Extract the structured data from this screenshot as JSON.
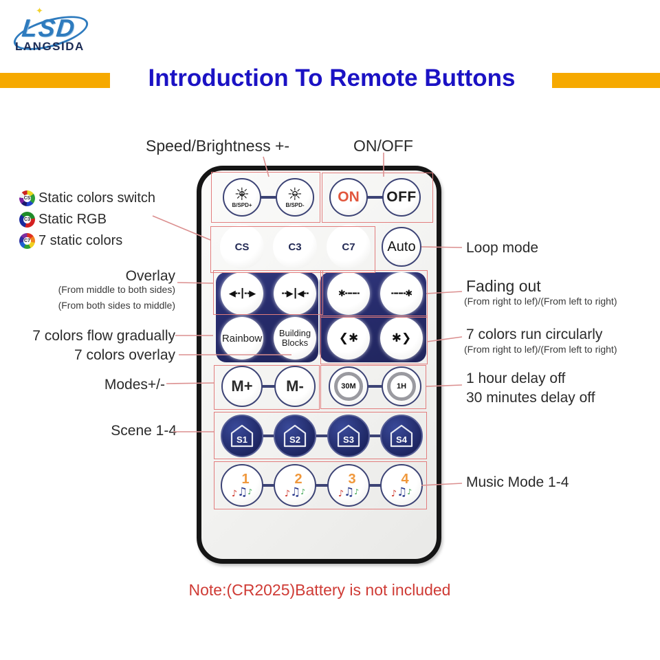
{
  "logo": {
    "brand": "LSD",
    "name": "LANGSIDA"
  },
  "title": "Introduction To Remote Buttons",
  "note": "Note:(CR2025)Battery is not included",
  "annotations": {
    "speed_brightness": "Speed/Brightness +-",
    "on_off": "ON/OFF",
    "static_colors_switch": "Static colors switch",
    "static_rgb": "Static RGB",
    "seven_static_colors": "7 static colors",
    "overlay": "Overlay",
    "overlay_sub1": "(From middle to both sides)",
    "overlay_sub2": "(From both sides to middle)",
    "seven_colors_flow": "7 colors flow gradually",
    "seven_colors_overlay": "7 colors overlay",
    "modes": "Modes+/-",
    "scene": "Scene 1-4",
    "loop_mode": "Loop mode",
    "fading_out": "Fading out",
    "fading_out_sub": "(From right to lef)/(From left to right)",
    "seven_colors_run": "7 colors run circularly",
    "seven_colors_run_sub": "(From right to lef)/(From left to right)",
    "delay_1h": "1 hour delay off",
    "delay_30m": "30 minutes delay off",
    "music_mode": "Music Mode 1-4"
  },
  "remote": {
    "bspd_plus": "B/SPD+",
    "bspd_minus": "B/SPD-",
    "on": "ON",
    "off": "OFF",
    "cs": "CS",
    "c3": "C3",
    "c7": "C7",
    "auto": "Auto",
    "rainbow": "Rainbow",
    "building_blocks": "Building Blocks",
    "m_plus": "M+",
    "m_minus": "M-",
    "timer_30m": "30M",
    "timer_1h": "1H",
    "scenes": [
      "S1",
      "S2",
      "S3",
      "S4"
    ],
    "music": [
      "1",
      "2",
      "3",
      "4"
    ],
    "icons": {
      "sun_plus": "+",
      "sun_minus": "−",
      "expand": "◀╍┃╍▶",
      "collapse": "╍▶┃◀╍",
      "star_dots": "✱╍╍╍",
      "dots_star": "╍╍╍✱",
      "chevron_star": "❮✱",
      "star_chevron": "✱❯"
    }
  },
  "colors": {
    "accent_orange": "#F6A900",
    "title_blue": "#1B12C4",
    "note_red": "#CF3B35",
    "panel_navy": "#272C6D",
    "annotation_red": "#E27D7D",
    "on_orange": "#E2573D"
  }
}
